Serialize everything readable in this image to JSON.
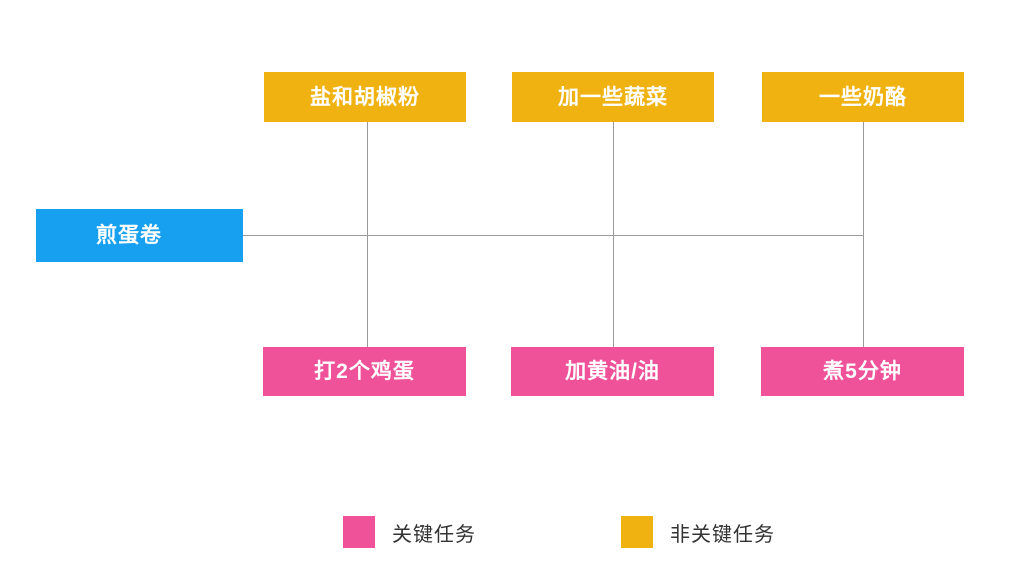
{
  "diagram": {
    "type": "critical-path-task-breakdown",
    "background_color": "#ffffff",
    "line_color": "#9a9a9a",
    "root": {
      "label": "煎蛋卷",
      "color": "#18a0f0"
    },
    "non_critical_tasks": [
      {
        "label": "盐和胡椒粉",
        "color": "#f0b211"
      },
      {
        "label": "加一些蔬菜",
        "color": "#f0b211"
      },
      {
        "label": "一些奶酪",
        "color": "#f0b211"
      }
    ],
    "critical_tasks": [
      {
        "label": "打2个鸡蛋",
        "color": "#f0529a"
      },
      {
        "label": "加黄油/油",
        "color": "#f0529a"
      },
      {
        "label": "煮5分钟",
        "color": "#f0529a"
      }
    ]
  },
  "legend": {
    "items": [
      {
        "label": "关键任务",
        "color": "#f0529a"
      },
      {
        "label": "非关键任务",
        "color": "#f0b211"
      }
    ]
  }
}
